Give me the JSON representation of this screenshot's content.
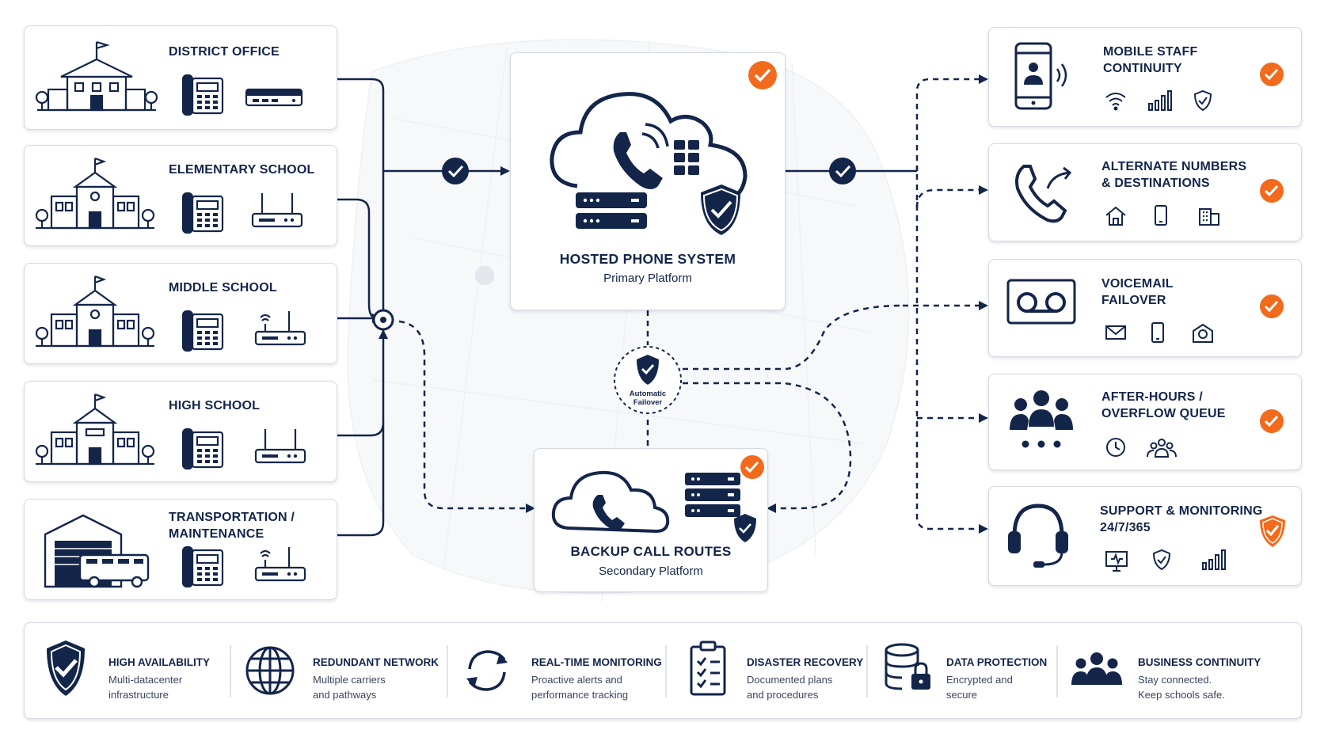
{
  "sites": [
    {
      "name": "DISTRICT OFFICE"
    },
    {
      "name": "ELEMENTARY SCHOOL"
    },
    {
      "name": "MIDDLE SCHOOL"
    },
    {
      "name": "HIGH SCHOOL"
    },
    {
      "name": "TRANSPORTATION /\nMAINTENANCE"
    }
  ],
  "primary": {
    "title": "HOSTED PHONE SYSTEM",
    "subtitle": "Primary Platform"
  },
  "backup": {
    "title": "BACKUP CALL ROUTES",
    "subtitle": "Secondary Platform"
  },
  "failover": {
    "label": "Automatic\nFailover"
  },
  "destinations": [
    {
      "title": "MOBILE STAFF\nCONTINUITY"
    },
    {
      "title": "ALTERNATE NUMBERS\n& DESTINATIONS"
    },
    {
      "title": "VOICEMAIL\nFAILOVER"
    },
    {
      "title": "AFTER-HOURS /\nOVERFLOW QUEUE"
    },
    {
      "title": "SUPPORT & MONITORING\n24/7/365"
    }
  ],
  "features": [
    {
      "title": "HIGH AVAILABILITY",
      "desc": "Multi-datacenter\ninfrastructure",
      "icon": "shield-check-icon"
    },
    {
      "title": "REDUNDANT NETWORK",
      "desc": "Multiple carriers\nand pathways",
      "icon": "globe-icon"
    },
    {
      "title": "REAL-TIME MONITORING",
      "desc": "Proactive alerts and\nperformance tracking",
      "icon": "refresh-icon"
    },
    {
      "title": "DISASTER RECOVERY",
      "desc": "Documented plans\nand procedures",
      "icon": "checklist-icon"
    },
    {
      "title": "DATA PROTECTION",
      "desc": "Encrypted and\nsecure",
      "icon": "database-lock-icon"
    },
    {
      "title": "BUSINESS CONTINUITY",
      "desc": "Stay connected.\nKeep schools safe.",
      "icon": "people-icon"
    }
  ],
  "colors": {
    "navy": "#14254a",
    "accent": "#f26a1b",
    "border": "#d5d9e2"
  }
}
